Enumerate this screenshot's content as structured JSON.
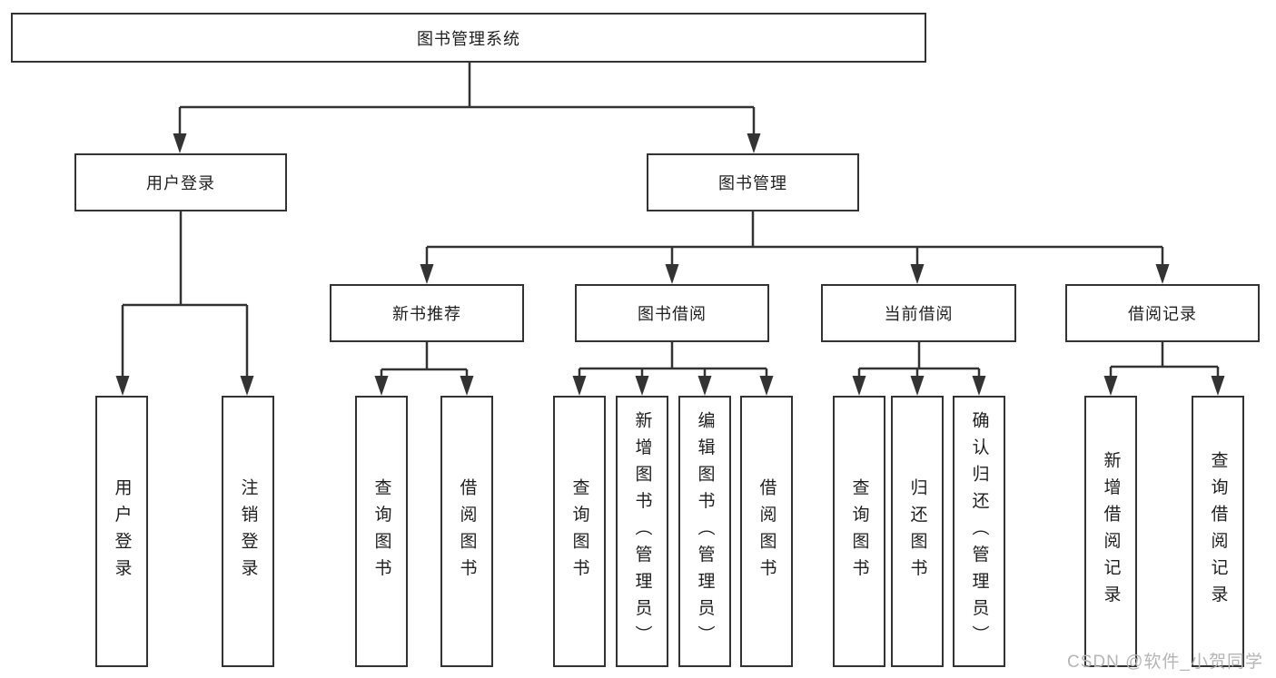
{
  "diagram": {
    "root_label": "图书管理系统",
    "branches": [
      {
        "label": "用户登录",
        "leaves": [
          "用户登录",
          "注销登录"
        ]
      },
      {
        "label": "图书管理",
        "groups": [
          {
            "label": "新书推荐",
            "leaves": [
              "查询图书",
              "借阅图书"
            ]
          },
          {
            "label": "图书借阅",
            "leaves": [
              "查询图书",
              "新增图书（管理员）",
              "编辑图书（管理员）",
              "借阅图书"
            ]
          },
          {
            "label": "当前借阅",
            "leaves": [
              "查询图书",
              "归还图书",
              "确认归还（管理员）"
            ]
          },
          {
            "label": "借阅记录",
            "leaves": [
              "新增借阅记录",
              "查询借阅记录"
            ]
          }
        ]
      }
    ],
    "watermark": "CSDN @软件_小贺同学",
    "colors": {
      "line": "#333333",
      "text": "#1f1f1f",
      "watermark": "#b5b5b5",
      "background": "#ffffff"
    }
  }
}
